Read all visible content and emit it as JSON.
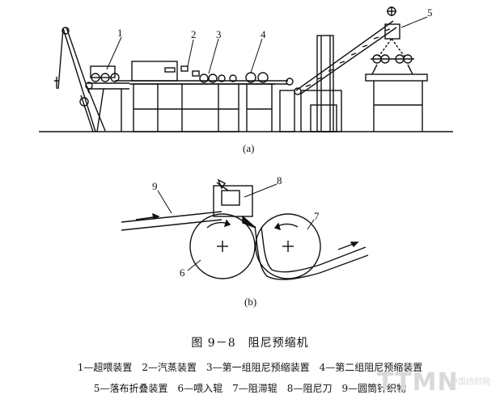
{
  "diagram_a": {
    "label": "(a)",
    "callouts": [
      "1",
      "2",
      "3",
      "4",
      "5"
    ]
  },
  "diagram_b": {
    "label": "(b)",
    "callouts": [
      "9",
      "8",
      "7",
      "6"
    ]
  },
  "caption": "图 9－8　阻尼预缩机",
  "legend": {
    "line1": "1—超喂装置　2—汽蒸装置　3—第一组阻尼预缩装置　4—第二组阻尼预缩装置",
    "line2": "5—落布折叠装置　6—喂入辊　7—阻滞辊　8—阻尼刀　9—圆筒针织物"
  },
  "watermark": {
    "logo": "TTMN",
    "sub": "中国纺织网"
  }
}
